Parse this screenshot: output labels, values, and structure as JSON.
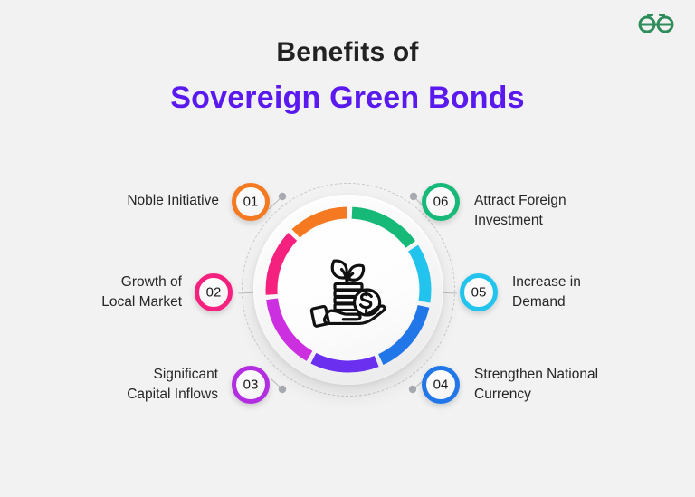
{
  "brand": {
    "logo_name": "geeksforgeeks-logo",
    "logo_color": "#2f8d5b"
  },
  "heading": {
    "line1": "Benefits of",
    "line2": "Sovereign Green Bonds",
    "line1_color": "#222222",
    "line2_color": "#5a19ef"
  },
  "background_color": "#f2f2f2",
  "center": {
    "icon_name": "hand-holding-money-plant-icon",
    "icon_description": "hand holding stack of coins with sprouting plant and dollar coin"
  },
  "items": [
    {
      "number": "01",
      "label": "Noble Initiative",
      "color": "#f47920",
      "side": "left"
    },
    {
      "number": "02",
      "label": "Growth of\nLocal Market",
      "color": "#f5217f",
      "side": "left"
    },
    {
      "number": "03",
      "label": "Significant\nCapital Inflows",
      "color": "#b22ee0",
      "side": "left"
    },
    {
      "number": "04",
      "label": "Strengthen National\nCurrency",
      "color": "#2176e8",
      "side": "right"
    },
    {
      "number": "05",
      "label": "Increase in\nDemand",
      "color": "#22c3ec",
      "side": "right"
    },
    {
      "number": "06",
      "label": "Attract Foreign\nInvestment",
      "color": "#17b978",
      "side": "right"
    }
  ],
  "ring_segments": [
    {
      "name": "segment-01-orange",
      "color": "#f47920"
    },
    {
      "name": "segment-02-pink",
      "color": "#f5217f"
    },
    {
      "name": "segment-03-magenta",
      "color": "#cb2fe0"
    },
    {
      "name": "segment-03b-violet",
      "color": "#6b2ff0"
    },
    {
      "name": "segment-04-blue",
      "color": "#2176e8"
    },
    {
      "name": "segment-05-cyan",
      "color": "#22c3ec"
    },
    {
      "name": "segment-06-green",
      "color": "#17b978"
    }
  ]
}
